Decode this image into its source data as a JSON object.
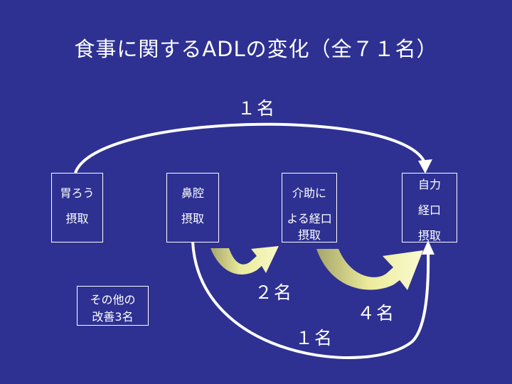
{
  "slide": {
    "title": "食事に関するADLの変化（全７１名）",
    "colors": {
      "background": "#2e3192",
      "foreground": "#ffffff",
      "curved_arrow_fill": "#ecec9c"
    },
    "boxes": {
      "gastrostomy": {
        "line1": "胃ろう",
        "line2": "摂取"
      },
      "nasal": {
        "line1": "鼻腔",
        "line2": "摂取"
      },
      "assisted_oral": {
        "line1": "介助に",
        "line2": "よる経口",
        "line3": "摂取"
      },
      "self_oral": {
        "line1": "自力",
        "line2": "経口",
        "line3": "摂取"
      },
      "other": {
        "line1": "その他の",
        "line2": "改善3名"
      }
    },
    "counts": {
      "gastro_to_self": "１名",
      "nasal_to_assisted": "２名",
      "assisted_to_self": "４名",
      "nasal_to_self": "１名"
    }
  }
}
